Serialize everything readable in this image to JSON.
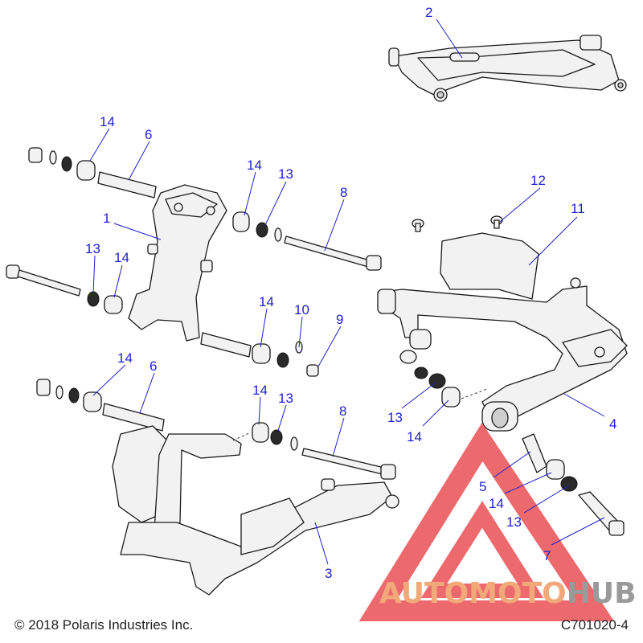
{
  "callouts": [
    {
      "label": "2",
      "name": "callout-2"
    },
    {
      "label": "14",
      "name": "callout-14-a"
    },
    {
      "label": "6",
      "name": "callout-6-a"
    },
    {
      "label": "14",
      "name": "callout-14-b"
    },
    {
      "label": "13",
      "name": "callout-13-a"
    },
    {
      "label": "8",
      "name": "callout-8-a"
    },
    {
      "label": "12",
      "name": "callout-12"
    },
    {
      "label": "1",
      "name": "callout-1"
    },
    {
      "label": "11",
      "name": "callout-11"
    },
    {
      "label": "13",
      "name": "callout-13-b"
    },
    {
      "label": "14",
      "name": "callout-14-c"
    },
    {
      "label": "14",
      "name": "callout-14-d"
    },
    {
      "label": "10",
      "name": "callout-10"
    },
    {
      "label": "9",
      "name": "callout-9"
    },
    {
      "label": "14",
      "name": "callout-14-e"
    },
    {
      "label": "6",
      "name": "callout-6-b"
    },
    {
      "label": "14",
      "name": "callout-14-f"
    },
    {
      "label": "13",
      "name": "callout-13-c"
    },
    {
      "label": "8",
      "name": "callout-8-b"
    },
    {
      "label": "13",
      "name": "callout-13-d"
    },
    {
      "label": "14",
      "name": "callout-14-g"
    },
    {
      "label": "4",
      "name": "callout-4"
    },
    {
      "label": "5",
      "name": "callout-5"
    },
    {
      "label": "14",
      "name": "callout-14-h"
    },
    {
      "label": "13",
      "name": "callout-13-e"
    },
    {
      "label": "7",
      "name": "callout-7"
    },
    {
      "label": "3",
      "name": "callout-3"
    }
  ],
  "watermark": {
    "part1": "AUTOMOTO",
    "part2": "HUB",
    "color_primary": "#f2a97a",
    "color_secondary": "#9a9a9a",
    "triangle_color": "#e8464a"
  },
  "footer": {
    "copyright": "© 2018 Polaris Industries Inc.",
    "figure_id": "C701020-4"
  },
  "colors": {
    "callout": "#1f1fd0",
    "line_art": "#1a1a1a"
  }
}
